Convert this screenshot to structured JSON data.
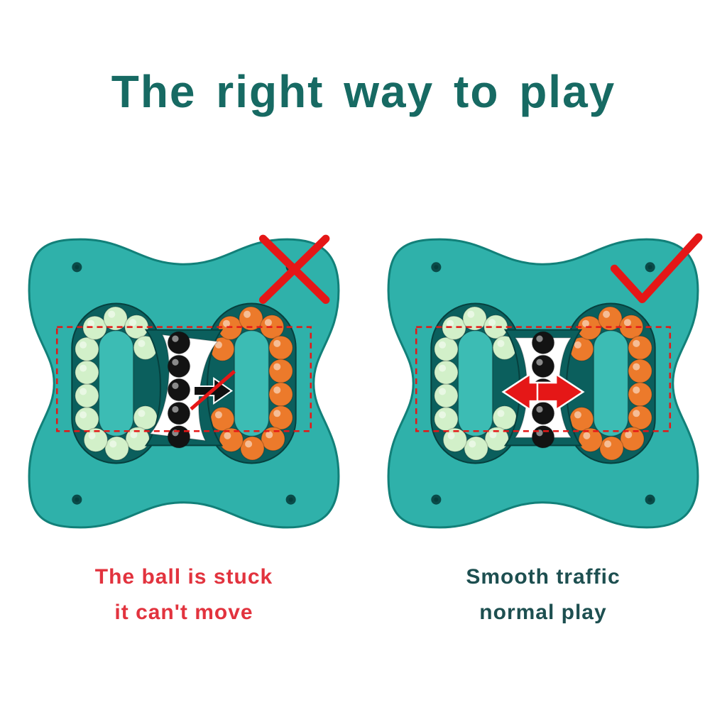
{
  "title": "The right way to play",
  "colors": {
    "title": "#176a63",
    "body": "#2fb1aa",
    "body_edge": "#128079",
    "island": "#3cbcb4",
    "track": "#0b5f5d",
    "track_edge": "#06403e",
    "bead_green": "#d2f0c9",
    "bead_orange": "#ec7a2b",
    "bead_black": "#131313",
    "screw": "#0a4b49",
    "red": "#e51717",
    "white": "#ffffff"
  },
  "toy": {
    "track_bead_count": 14,
    "center_bead_count": 5
  },
  "figures": {
    "left": {
      "mark": "cross",
      "caption": [
        "The ball is stuck",
        "it can't move"
      ],
      "caption_color": "#e2333e"
    },
    "right": {
      "mark": "check",
      "caption": [
        "Smooth traffic",
        "normal play"
      ],
      "caption_color": "#1d4f50"
    }
  }
}
